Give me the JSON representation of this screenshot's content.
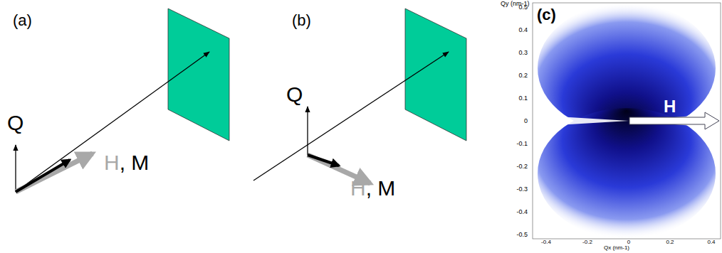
{
  "diagram": {
    "labels": [
      "(a)",
      "Q",
      "H",
      ", M",
      "(b)",
      "Q",
      "H",
      ", M",
      "(c)",
      "H",
      "Qy (nm-1)",
      "Qx (nm-1)",
      "0.5",
      "0.4",
      "0.3",
      "0.2",
      "0.1",
      "0",
      "-0.1",
      "-0.2",
      "-0.3",
      "-0.4",
      "-0.5",
      "-0.4",
      "-0.2",
      "0",
      "0.2",
      "0.4"
    ]
  }
}
